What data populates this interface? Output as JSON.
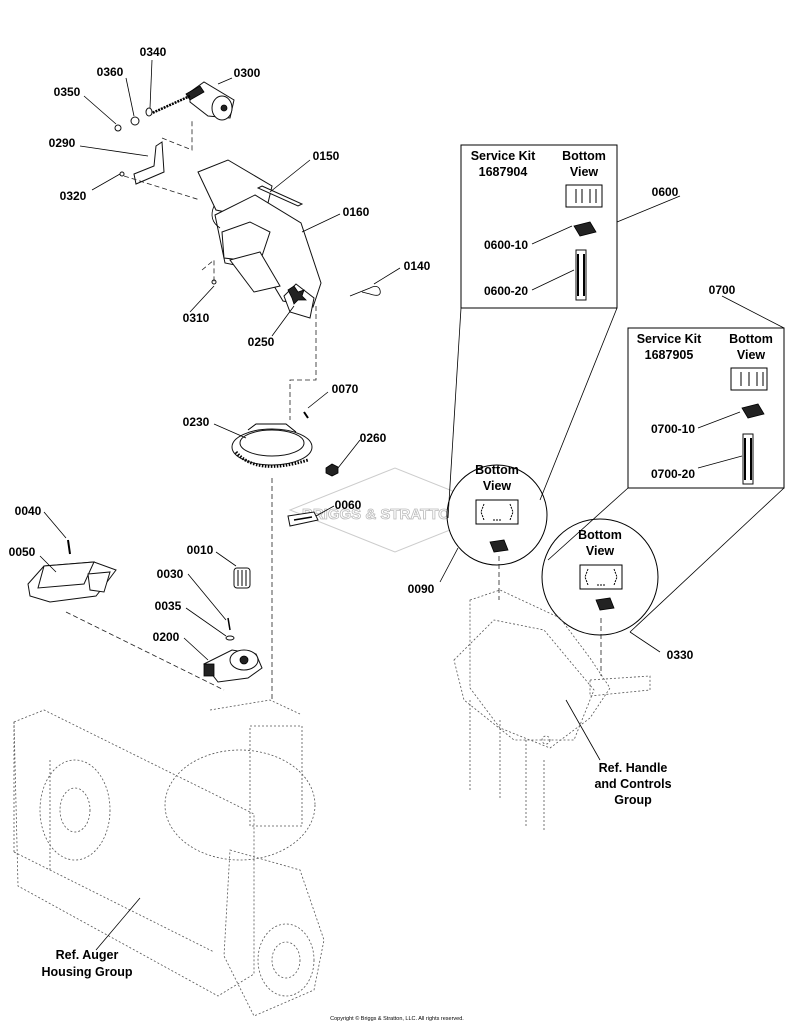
{
  "callouts": {
    "p0340": "0340",
    "p0360": "0360",
    "p0350": "0350",
    "p0300": "0300",
    "p0290": "0290",
    "p0320": "0320",
    "p0150": "0150",
    "p0160": "0160",
    "p0140": "0140",
    "p0310": "0310",
    "p0250": "0250",
    "p0070": "0070",
    "p0230": "0230",
    "p0260": "0260",
    "p0060": "0060",
    "p0040": "0040",
    "p0050": "0050",
    "p0010": "0010",
    "p0030": "0030",
    "p0035": "0035",
    "p0200": "0200",
    "p0090": "0090",
    "p0600": "0600",
    "p0600_10": "0600-10",
    "p0600_20": "0600-20",
    "p0700": "0700",
    "p0700_10": "0700-10",
    "p0700_20": "0700-20",
    "p0330": "0330"
  },
  "kit_0600": {
    "line1": "Service Kit",
    "line2": "1687904",
    "view1": "Bottom",
    "view2": "View"
  },
  "kit_0700": {
    "line1": "Service Kit",
    "line2": "1687905",
    "view1": "Bottom",
    "view2": "View"
  },
  "bottom_view": {
    "line1": "Bottom",
    "line2": "View"
  },
  "refs": {
    "auger_1": "Ref. Auger",
    "auger_2": "Housing Group",
    "handle_1": "Ref. Handle",
    "handle_2": "and Controls",
    "handle_3": "Group"
  },
  "watermark": "BRIGGS & STRATTON",
  "copyright": "Copyright © Briggs & Stratton, LLC. All rights reserved."
}
